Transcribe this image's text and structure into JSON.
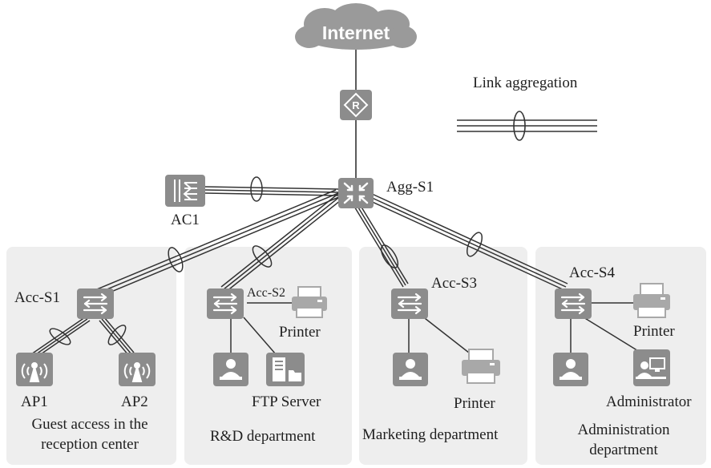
{
  "labels": {
    "internet": "Internet",
    "link_aggregation": "Link aggregation",
    "agg_s1": "Agg-S1",
    "ac1": "AC1",
    "acc_s1": "Acc-S1",
    "acc_s2": "Acc-S2",
    "acc_s3": "Acc-S3",
    "acc_s4": "Acc-S4",
    "printer_rd": "Printer",
    "ftp_server": "FTP Server",
    "printer_marketing": "Printer",
    "printer_admin": "Printer",
    "administrator": "Administrator",
    "ap1": "AP1",
    "ap2": "AP2"
  },
  "departments": {
    "guest": "Guest access in the reception center",
    "rd": "R&D department",
    "marketing": "Marketing department",
    "administration": "Administration department"
  },
  "icons": {
    "router": "router-icon",
    "core_switch": "core-switch-icon",
    "access_controller": "access-controller-icon",
    "access_switch": "access-switch-icon",
    "access_point": "access-point-icon",
    "pc": "pc-icon",
    "printer": "printer-icon",
    "server": "ftp-server-icon",
    "admin": "administrator-icon"
  },
  "colors": {
    "device": "#8c8c8c",
    "printer": "#a8a8a8",
    "cloud": "#9a9a9a",
    "department_bg": "#eeeeee",
    "link": "#333333"
  }
}
